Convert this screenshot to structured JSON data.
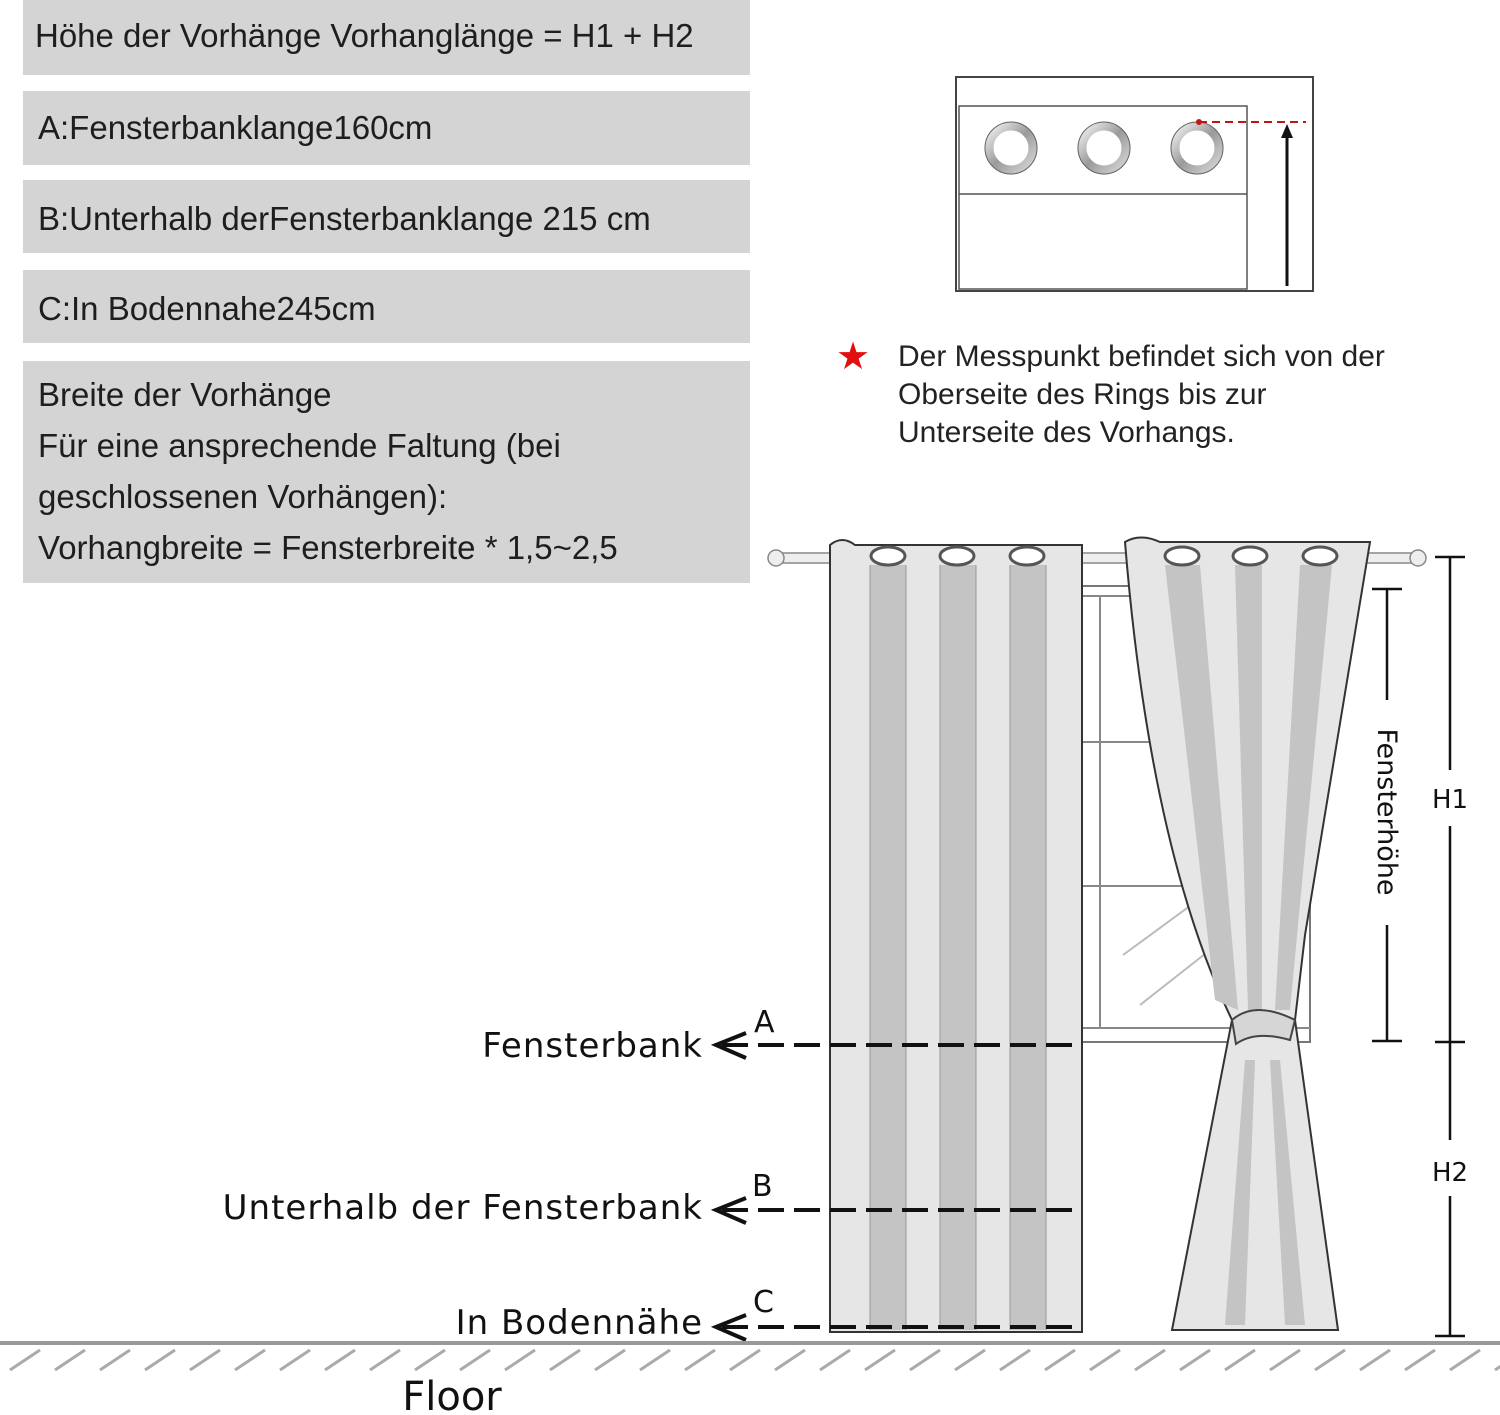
{
  "panels": {
    "height_title": "Höhe der Vorhänge Vorhanglänge = H1 + H2",
    "option_a": "A:Fensterbanklange160cm",
    "option_b": "B:Unterhalb derFensterbanklange 215 cm",
    "option_c": "C:In Bodennahe245cm",
    "width_title": "Breite der Vorhänge",
    "width_line1": "Für eine ansprechende Faltung (bei",
    "width_line2": "geschlossenen Vorhängen):",
    "width_formula": "Vorhangbreite = Fensterbreite * 1,5~2,5"
  },
  "note": {
    "icon": "star-icon",
    "line1": "Der Messpunkt befindet sich von der",
    "line2": "Oberseite des Rings bis zur",
    "line3": "Unterseite des Vorhangs."
  },
  "diagram": {
    "label_a_text": "Fensterbank",
    "label_a_letter": "A",
    "label_b_text": "Unterhalb der Fensterbank",
    "label_b_letter": "B",
    "label_c_text": "In Bodennähe",
    "label_c_letter": "C",
    "window_height_label": "Fensterhöhe",
    "h1_label": "H1",
    "h2_label": "H2",
    "floor_label": "Floor"
  },
  "colors": {
    "panel_bg": "#d4d4d4",
    "star": "#e01010",
    "curtain_light": "#e6e6e6",
    "curtain_dark": "#c4c4c4",
    "line": "#222222"
  }
}
